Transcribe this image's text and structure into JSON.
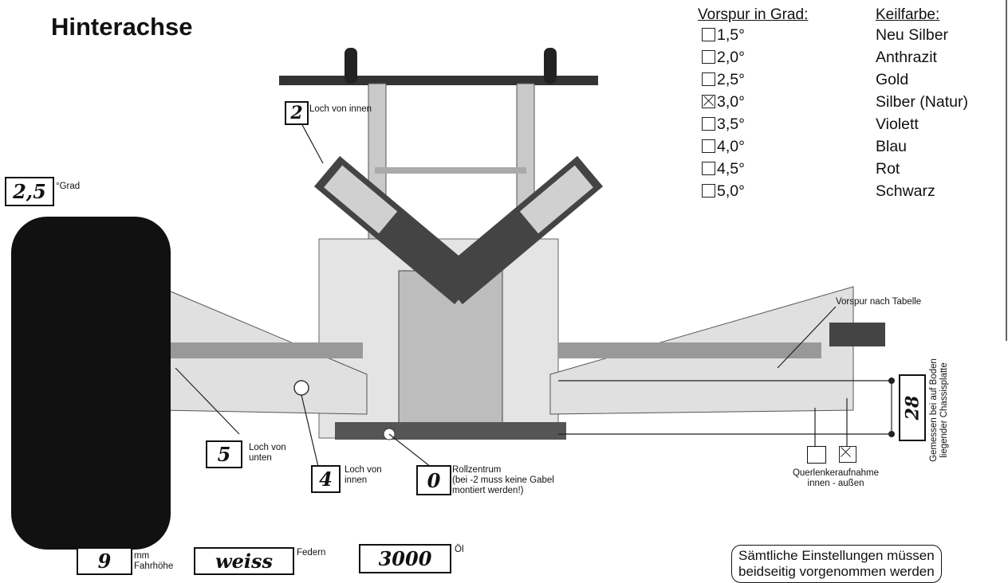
{
  "title": "Hinterachse",
  "toe_table": {
    "header_toe": "Vorspur in Grad:",
    "header_color": "Keilfarbe:",
    "rows": [
      {
        "toe": "1,5°",
        "color": "Neu Silber",
        "checked": false
      },
      {
        "toe": "2,0°",
        "color": "Anthrazit",
        "checked": false
      },
      {
        "toe": "2,5°",
        "color": "Gold",
        "checked": false
      },
      {
        "toe": "3,0°",
        "color": "Silber (Natur)",
        "checked": true
      },
      {
        "toe": "3,5°",
        "color": "Violett",
        "checked": false
      },
      {
        "toe": "4,0°",
        "color": "Blau",
        "checked": false
      },
      {
        "toe": "4,5°",
        "color": "Rot",
        "checked": false
      },
      {
        "toe": "5,0°",
        "color": "Schwarz",
        "checked": false
      }
    ]
  },
  "camber": {
    "value": "2,5",
    "unit": "°Grad"
  },
  "shock_top": {
    "value": "2",
    "label": "Loch von innen"
  },
  "lower_hole": {
    "value": "5",
    "label": "Loch von unten"
  },
  "inner_hole": {
    "value": "4",
    "label": "Loch von innen"
  },
  "roll_center": {
    "value": "0",
    "label_1": "Rollzentrum",
    "label_2": "(bei -2 muss keine Gabel",
    "label_3": "montiert werden!)"
  },
  "toe_note": "Vorspur nach Tabelle",
  "ride_height_measure": {
    "value": "28",
    "note_1": "Gemessen bei auf Boden",
    "note_2": "liegender Chassisplatte"
  },
  "pivot": {
    "label_1": "Querlenkeraufnahme",
    "label_2": "innen  -  außen",
    "inner_checked": false,
    "outer_checked": true
  },
  "bottom": {
    "height_value": "9",
    "height_unit": "mm",
    "height_label": "Fahrhöhe",
    "spring_value": "weiss",
    "spring_label": "Federn",
    "oil_value": "3000",
    "oil_label": "Öl"
  },
  "notice_1": "Sämtliche Einstellungen müssen",
  "notice_2": "beidseitig vorgenommen werden"
}
